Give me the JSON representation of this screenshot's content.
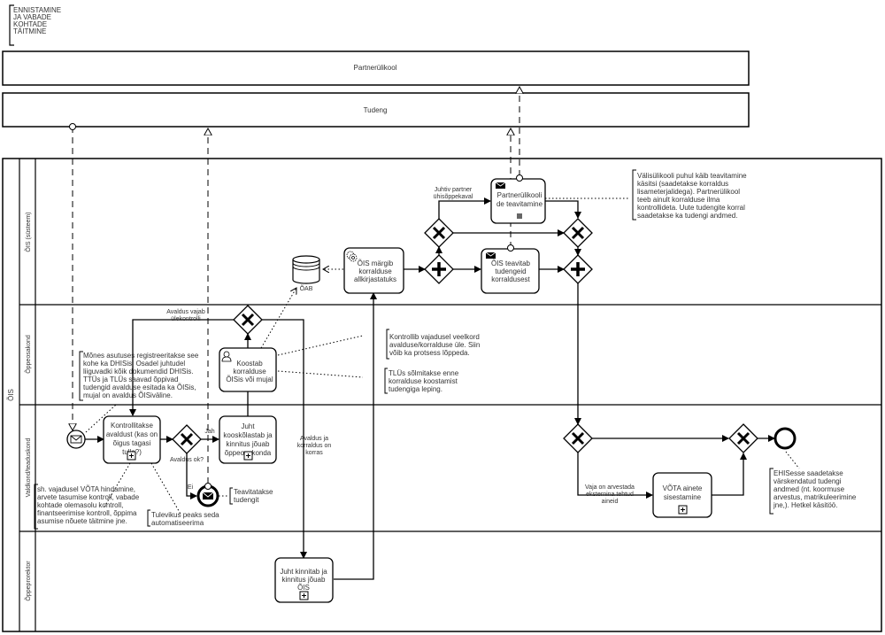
{
  "group": {
    "lines": [
      "ENNISTAMINE",
      "JA VABADE",
      "KOHTADE",
      "TÄITMINE"
    ]
  },
  "pools": {
    "partner": "Partnerülikool",
    "student": "Tudeng",
    "main": "ÕIS"
  },
  "lanes": {
    "system": "ÕIS (süsteem)",
    "faculty": "Õppeosakond",
    "field": "Valdkond/teaduskond",
    "vicerector": "Õppeprorektor"
  },
  "tasks": {
    "check": [
      "Kontrollitakse",
      "avaldust (kas on",
      "õigus tagasi",
      "tulla?)"
    ],
    "approve": [
      "Juht",
      "kooskõlastab ja",
      "kinnitus jõuab",
      "õppeosakonda"
    ],
    "compose": [
      "Koostab",
      "korralduse",
      "ÕISis või mujal"
    ],
    "sign": [
      "ÕIS märgib",
      "korralduse",
      "allkirjastatuks"
    ],
    "notify_partner": [
      "Partnerülikooli",
      "de teavitamine"
    ],
    "notify_students": [
      "ÕIS teavitab",
      "tudengeid",
      "korraldusest"
    ],
    "rector": [
      "Juht kinnitab ja",
      "kinnitus jõuab",
      "ÕIS"
    ],
    "vota": [
      "VÕTA ainete",
      "sisestamine"
    ]
  },
  "datastore": {
    "label": "ÕAB"
  },
  "flow_labels": {
    "recheck": [
      "Avaldus vajab",
      "ülekontrolli"
    ],
    "ok_question": "Avaldus ok?",
    "yes": "Jah",
    "no": "Ei",
    "all_ok": [
      "Avaldus ja",
      "korraldus on",
      "korras"
    ],
    "lead_partner": [
      "Juhtiv partner",
      "ühisõppekaval"
    ],
    "vota_needed": [
      "Vaja on arvestada",
      "eksternina tehtud",
      "aineid"
    ]
  },
  "annotations": {
    "dhis": [
      "Mõnes asutuses registreeritakse see",
      "kohe ka DHISis. Osadel juhtudel",
      "liiguvadki kõik dokumendid DHISis.",
      "TTÜs ja TLÜs saavad õppivad",
      "tudengid avalduse esitada ka ÕISis,",
      "mujal on avaldus ÕISiväline."
    ],
    "vota_checks": [
      "sh. vajadusel VÕTA hindamine,",
      "arvete tasumise kontroll, vabade",
      "kohtade olemasolu kontroll,",
      "finantseerimise kontroll, õppima",
      "asumise nõuete täitmine jne."
    ],
    "future": [
      "Tulevikus peaks seda",
      "automatiseerima"
    ],
    "notify_student": [
      "Teavitatakse",
      "tudengit"
    ],
    "recheck_note": [
      "Kontrollib vajadusel veelkord",
      "avalduse/korralduse üle. Siin",
      "võib ka protsess lõppeda."
    ],
    "tlu_contract": [
      "TLÜs sõlmitakse enne",
      "korralduse koostamist",
      "tudengiga leping."
    ],
    "external": [
      "Välisülikooli puhul käib teavitamine",
      "käsitsi (saadetakse korraldus",
      "lisameterjalidega). Partnerülikool",
      "teeb ainult korralduse ilma",
      "kontrollideta. Uute tudengite korral",
      "saadetakse ka tudengi andmed."
    ],
    "ehis": [
      "EHISesse saadetakse",
      "värskendatud tudengi",
      "andmed (nt. koormuse",
      "arvestus, matrikuleerimine",
      "jne,). Hetkel käsitöö."
    ]
  }
}
